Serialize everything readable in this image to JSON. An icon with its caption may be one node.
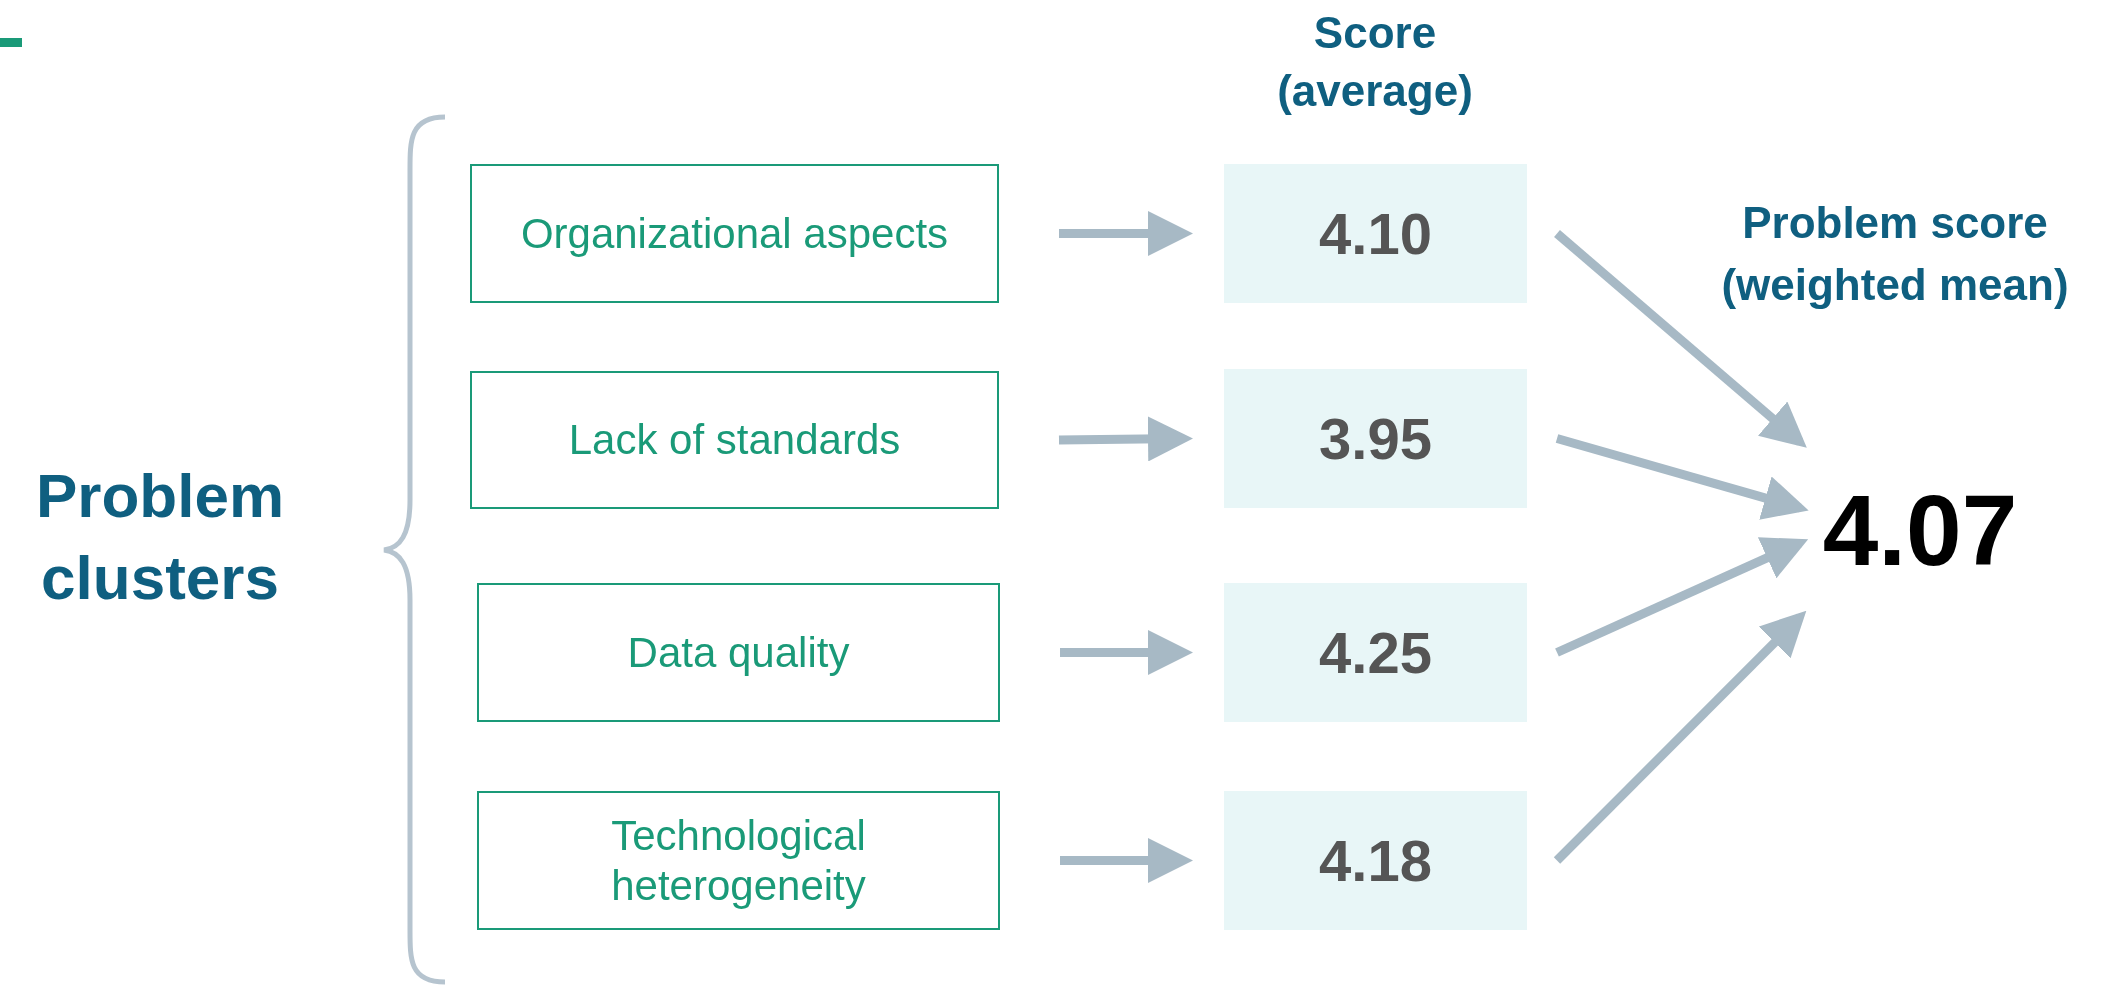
{
  "diagram": {
    "nodes": [
      {
        "text": [
          "Organizational aspects"
        ]
      },
      {
        "text": [
          "Lack of standards"
        ]
      },
      {
        "text": [
          "Data quality"
        ]
      },
      {
        "text": [
          "Technological heterogeneity"
        ]
      },
      {
        "text": [
          "4.10"
        ]
      },
      {
        "text": [
          "3.95"
        ]
      },
      {
        "text": [
          "4.25"
        ]
      },
      {
        "text": [
          "4.18"
        ]
      },
      {
        "text": [
          "4.07"
        ]
      }
    ],
    "edges": [
      {
        "from": 0,
        "to": 4,
        "arrow": "to"
      },
      {
        "from": 1,
        "to": 5,
        "arrow": "to"
      },
      {
        "from": 2,
        "to": 6,
        "arrow": "to"
      },
      {
        "from": 3,
        "to": 7,
        "arrow": "to"
      },
      {
        "from": 4,
        "to": 8,
        "arrow": "to"
      },
      {
        "from": 5,
        "to": 8,
        "arrow": "to"
      },
      {
        "from": 6,
        "to": 8,
        "arrow": "to"
      },
      {
        "from": 7,
        "to": 8,
        "arrow": "to"
      }
    ],
    "labels": [
      "Score (average)",
      "Problem score (weighted mean)",
      "Problem clusters"
    ]
  }
}
